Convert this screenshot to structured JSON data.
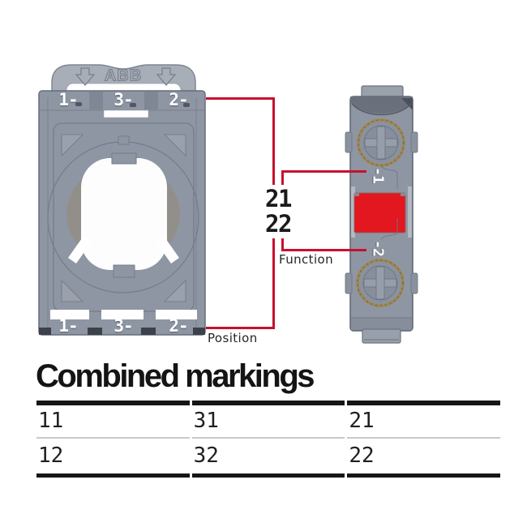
{
  "diagram": {
    "holder_front_view": {
      "brand": "ABB",
      "top_markings": [
        "1-",
        "3-",
        "2-"
      ],
      "bottom_markings": [
        "1-",
        "3-",
        "2-"
      ]
    },
    "contact_block_side_view": {
      "markings": [
        "-1",
        "-2"
      ]
    },
    "callouts": {
      "combined_marking_lines": [
        "21",
        "22"
      ],
      "function_label": "Function",
      "position_label": "Position"
    },
    "colors": {
      "callout_red": "#c8102e",
      "contact_red": "#e2171f",
      "device_gray": "#8e96a3"
    }
  },
  "section": {
    "heading": "Combined markings",
    "table": {
      "rows": [
        [
          "11",
          "31",
          "21"
        ],
        [
          "12",
          "32",
          "22"
        ]
      ]
    }
  }
}
